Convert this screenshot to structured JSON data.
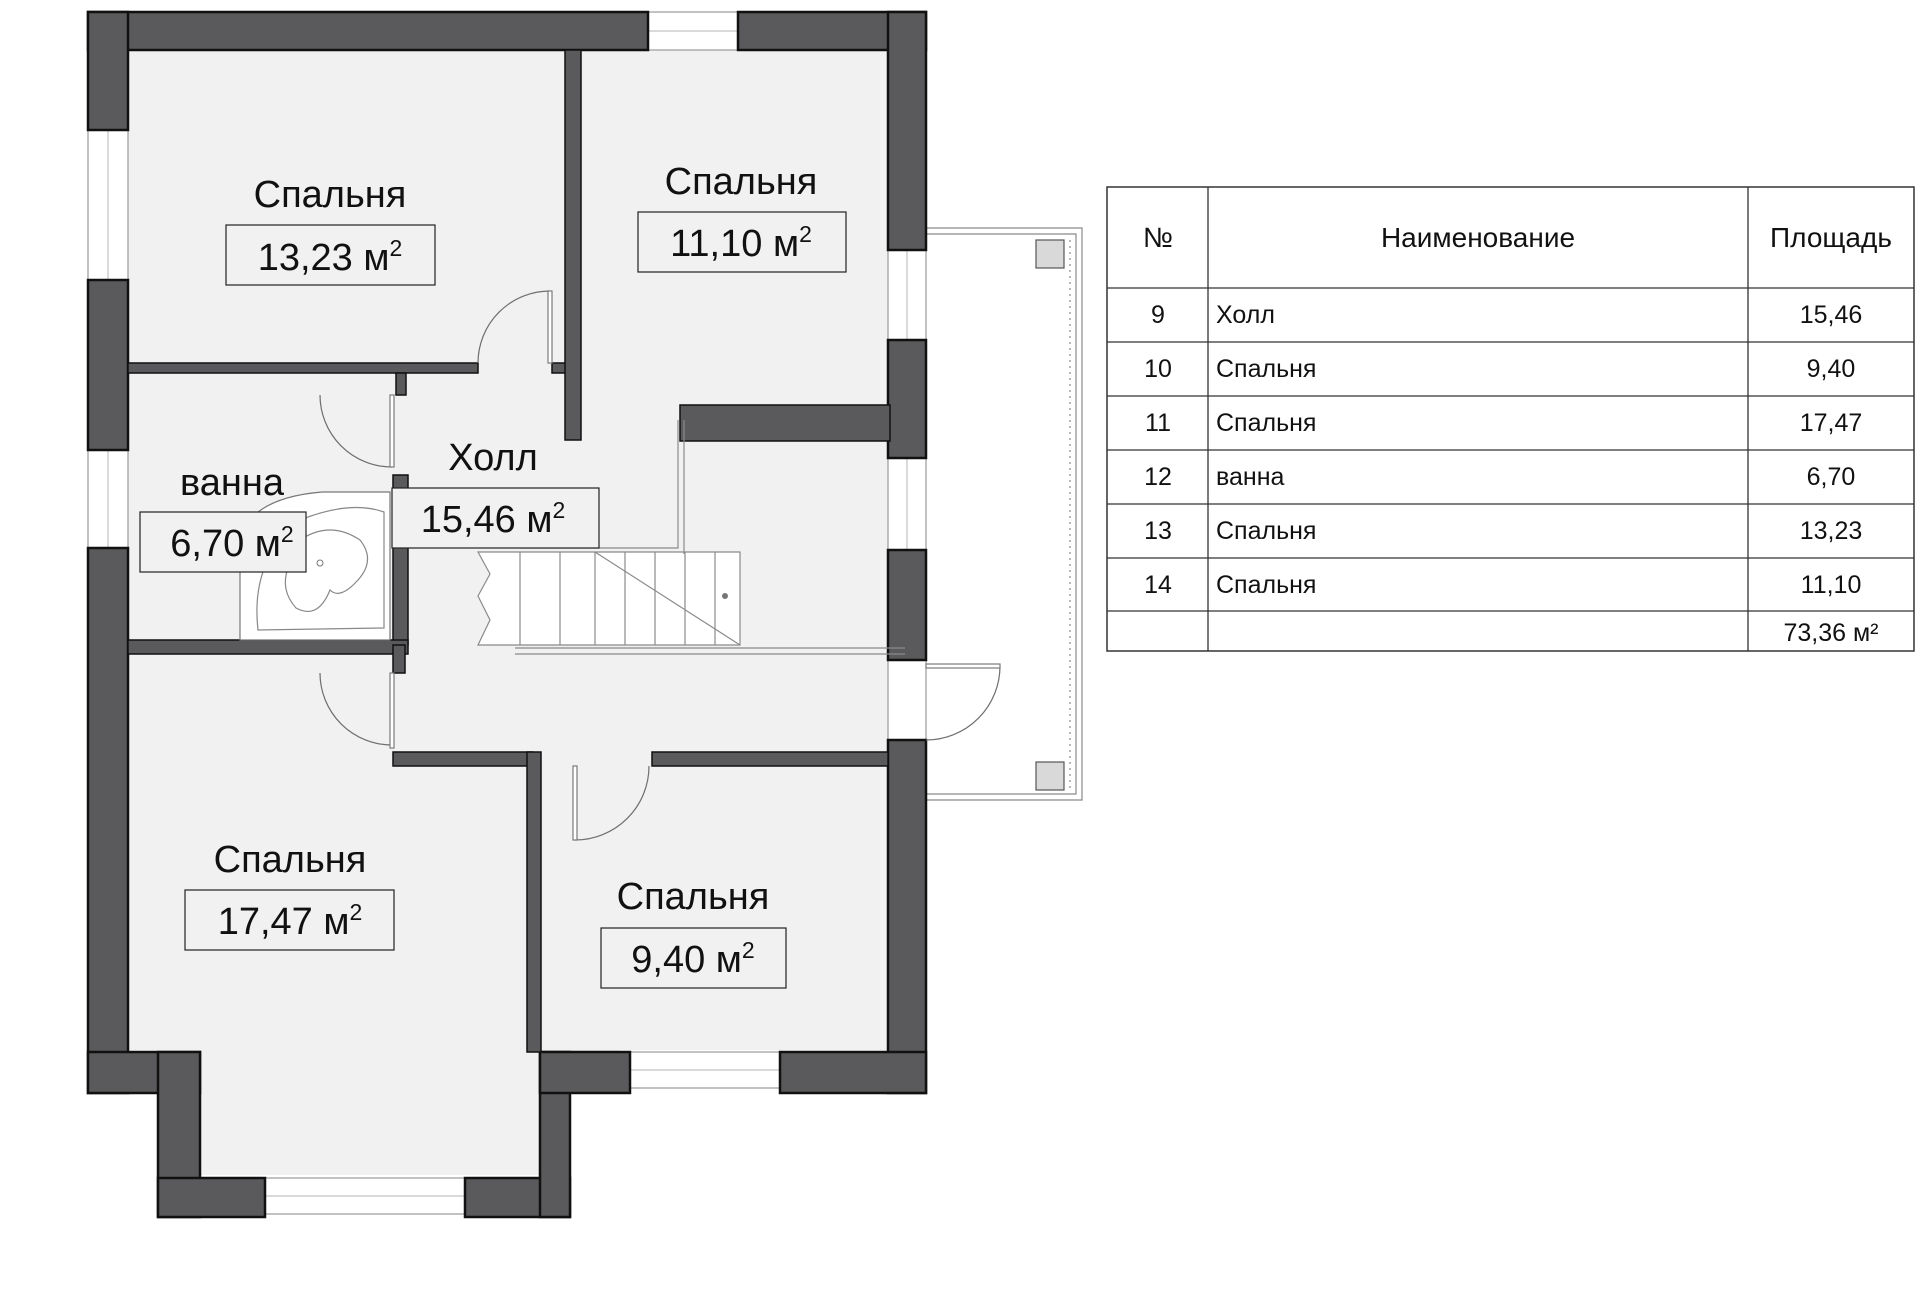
{
  "rooms": [
    {
      "id": "bedroom-13",
      "name": "Спальня",
      "area": "13,23",
      "unit": "м",
      "exp": "2"
    },
    {
      "id": "bedroom-11",
      "name": "Спальня",
      "area": "11,10",
      "unit": "м",
      "exp": "2"
    },
    {
      "id": "bath",
      "name": "ванна",
      "area": "6,70",
      "unit": "м",
      "exp": "2"
    },
    {
      "id": "hall",
      "name": "Холл",
      "area": "15,46",
      "unit": "м",
      "exp": "2"
    },
    {
      "id": "bedroom-17",
      "name": "Спальня",
      "area": "17,47",
      "unit": "м",
      "exp": "2"
    },
    {
      "id": "bedroom-9",
      "name": "Спальня",
      "area": "9,40",
      "unit": "м",
      "exp": "2"
    }
  ],
  "table": {
    "headers": {
      "num": "№",
      "name": "Наименование",
      "area": "Площадь"
    },
    "rows": [
      {
        "num": "9",
        "name": "Холл",
        "area": "15,46"
      },
      {
        "num": "10",
        "name": "Спальня",
        "area": "9,40"
      },
      {
        "num": "11",
        "name": "Спальня",
        "area": "17,47"
      },
      {
        "num": "12",
        "name": "ванна",
        "area": "6,70"
      },
      {
        "num": "13",
        "name": "Спальня",
        "area": "13,23"
      },
      {
        "num": "14",
        "name": "Спальня",
        "area": "11,10"
      }
    ],
    "total": "73,36 м²"
  }
}
